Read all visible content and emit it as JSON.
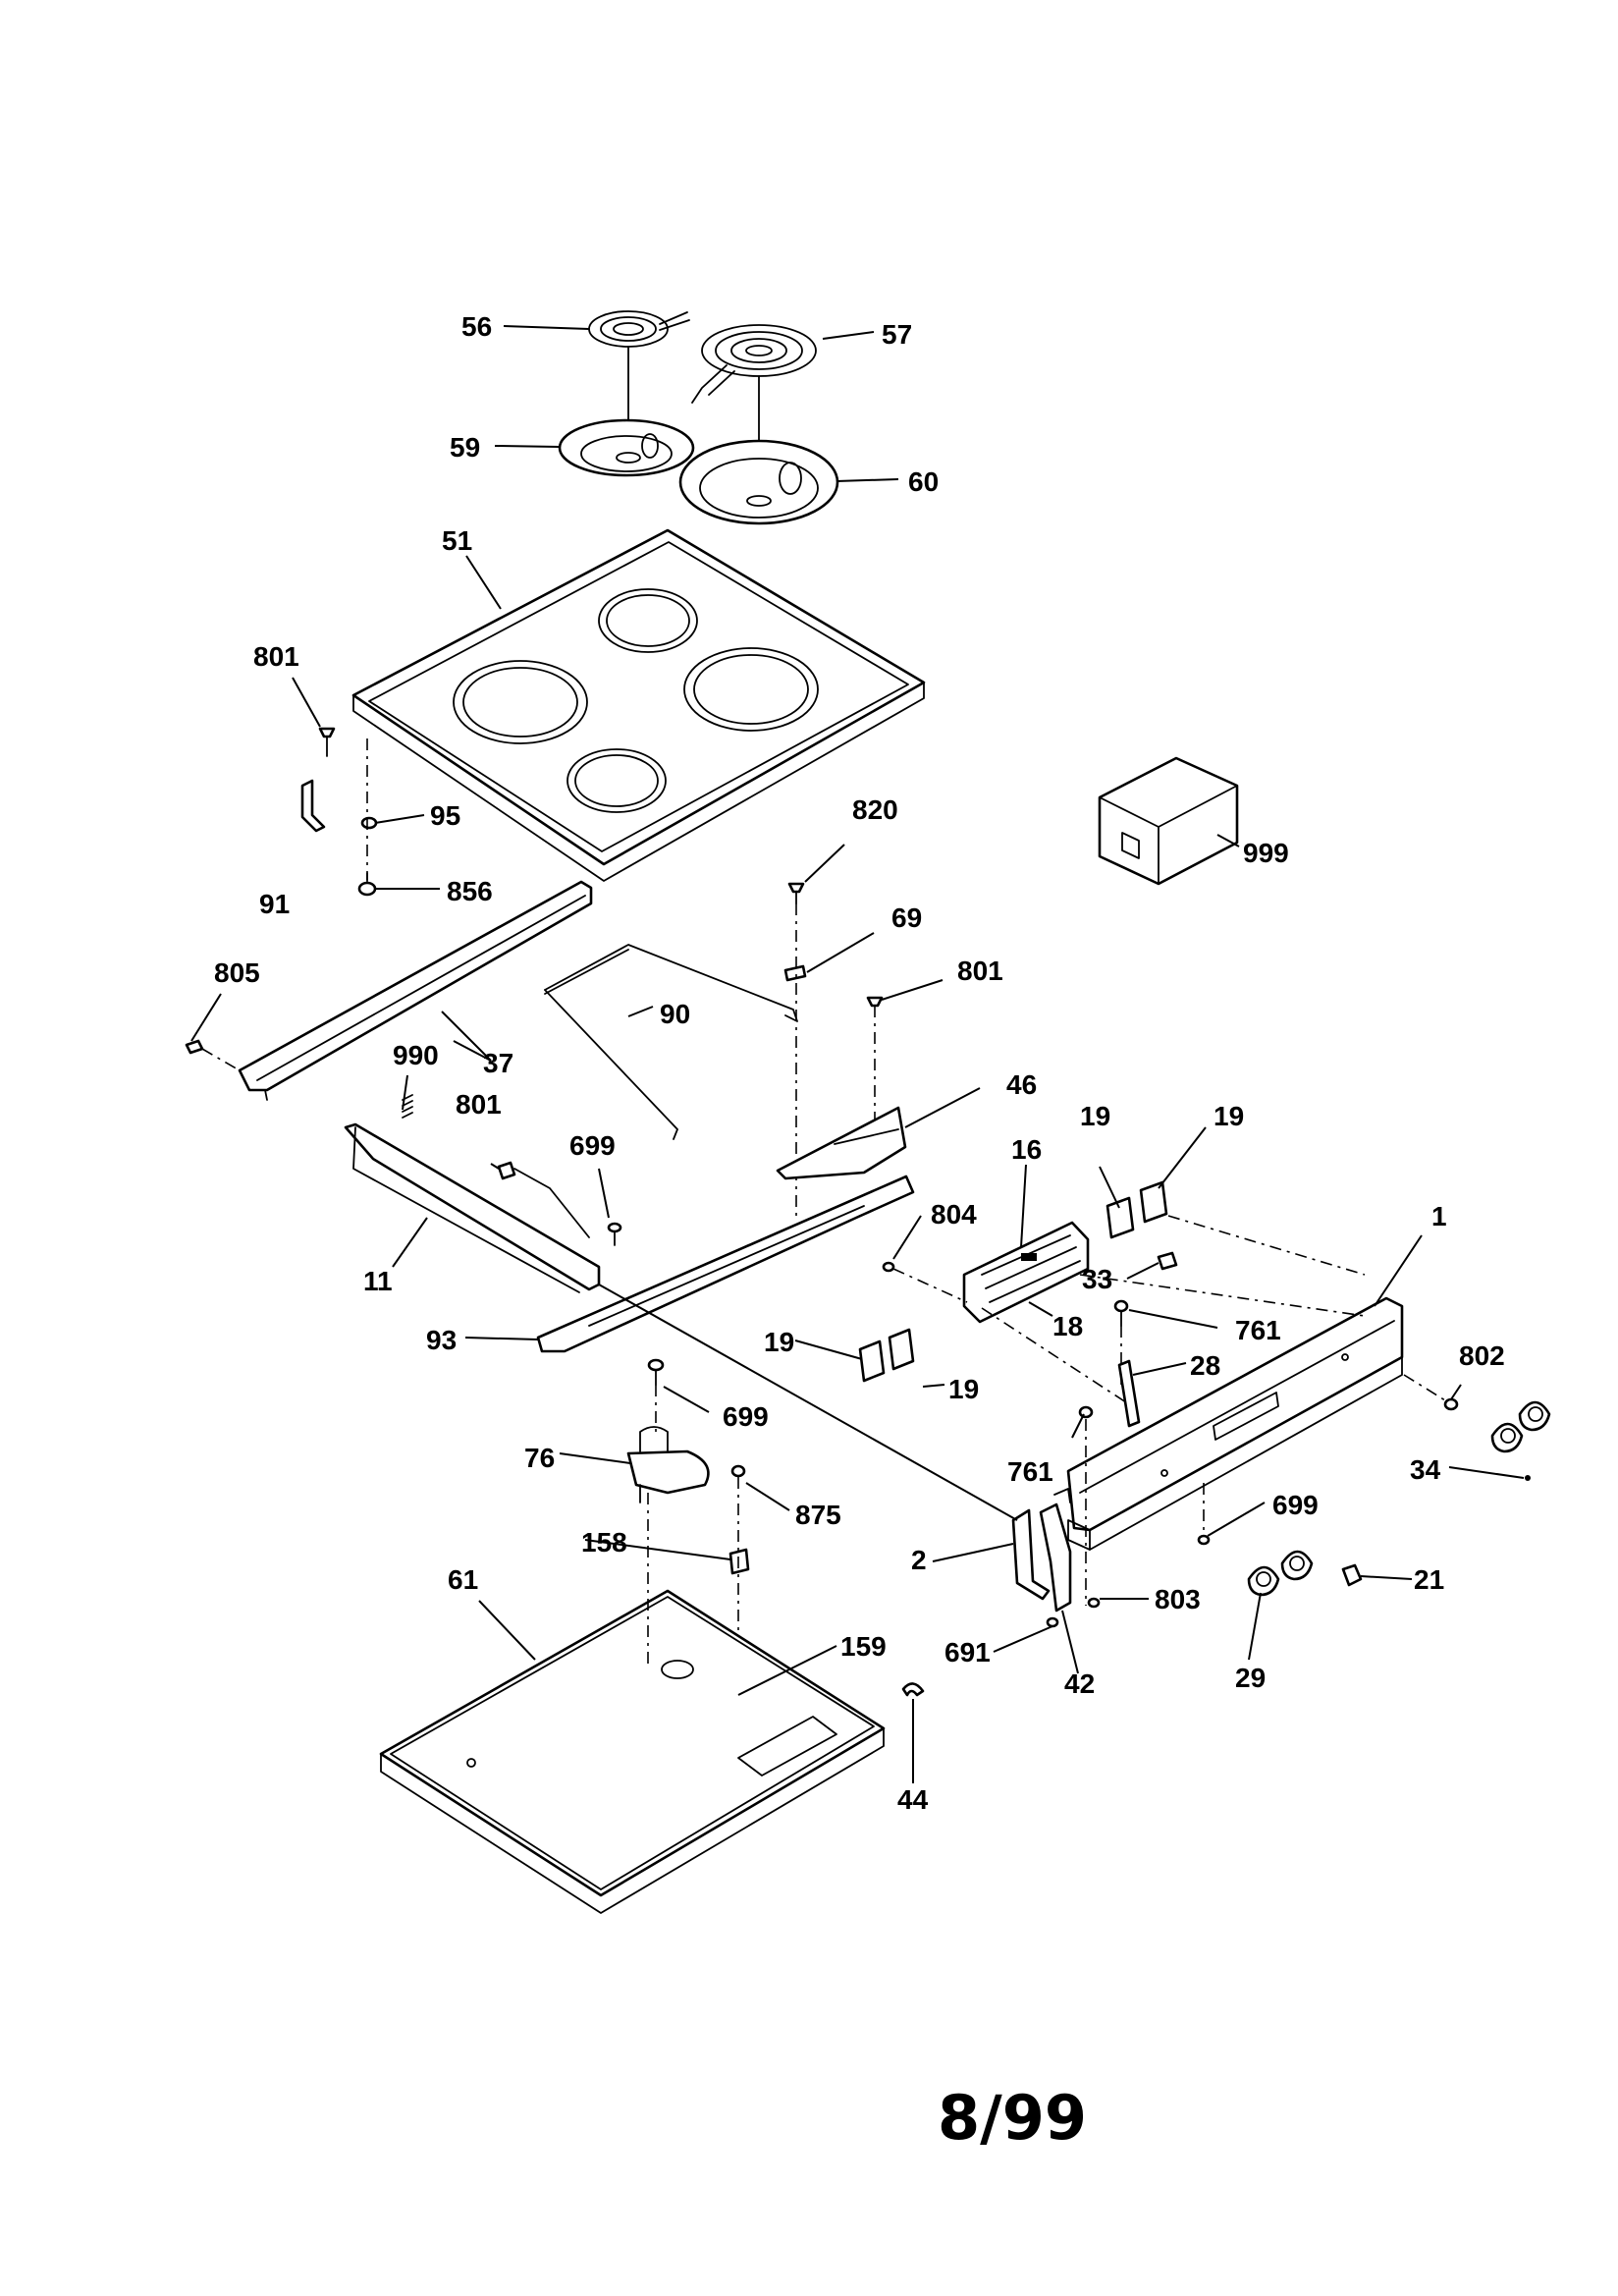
{
  "footer": {
    "page_code": "8/99"
  },
  "callouts": {
    "c56": "56",
    "c57": "57",
    "c59": "59",
    "c60": "60",
    "c51": "51",
    "c801a": "801",
    "c95": "95",
    "c856": "856",
    "c91": "91",
    "c805": "805",
    "c37": "37",
    "c990": "990",
    "c801b": "801",
    "c699a": "699",
    "c11": "11",
    "c90": "90",
    "c820": "820",
    "c69": "69",
    "c801c": "801",
    "c46": "46",
    "c999": "999",
    "c16": "16",
    "c19a": "19",
    "c19b": "19",
    "c804": "804",
    "c33": "33",
    "c18": "18",
    "c761a": "761",
    "c1": "1",
    "c802": "802",
    "c93": "93",
    "c19c": "19",
    "c19d": "19",
    "c28": "28",
    "c699b": "699",
    "c76": "76",
    "c875": "875",
    "c761b": "761",
    "c34": "34",
    "c699c": "699",
    "c158": "158",
    "c2": "2",
    "c803": "803",
    "c21": "21",
    "c61": "61",
    "c159": "159",
    "c691": "691",
    "c42": "42",
    "c29": "29",
    "c44": "44"
  }
}
